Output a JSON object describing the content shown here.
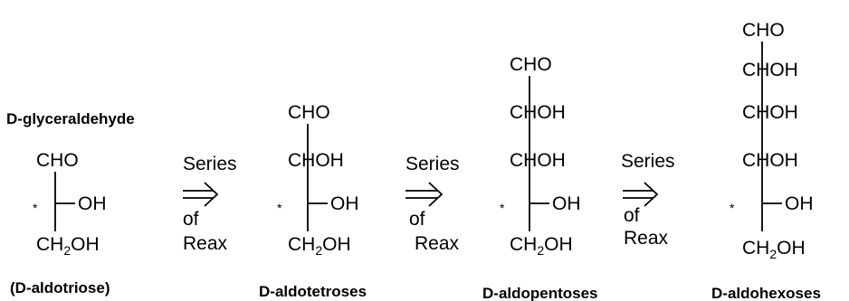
{
  "diagram": {
    "title": "D-glyceraldehyde",
    "arrow_text": {
      "line1": "Series",
      "line2": "of",
      "line3": "Reax"
    },
    "groups": {
      "cho": "CHO",
      "chohup": "CHOH",
      "oh": "OH",
      "ch": "CH",
      "two": "2",
      "oh_tail": "OH",
      "star": "*"
    },
    "molecules": [
      {
        "label": "(D-aldotriose)"
      },
      {
        "label": "D-aldotetroses"
      },
      {
        "label": "D-aldopentoses"
      },
      {
        "label": "D-aldohexoses"
      }
    ]
  }
}
